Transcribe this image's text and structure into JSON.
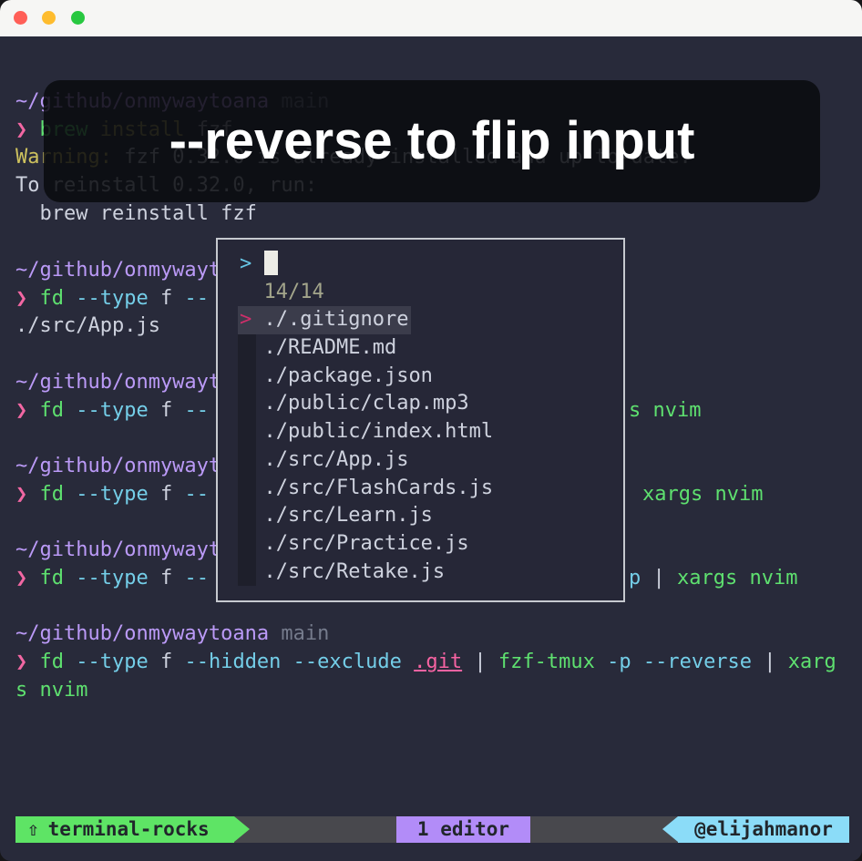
{
  "colors": {
    "terminal_bg": "#282a3a",
    "accent_purple": "#bb9af7",
    "accent_pink": "#f267a3",
    "accent_green": "#5ee06f",
    "accent_cyan": "#74cee8",
    "status_green": "#5ee465",
    "status_purple": "#b28cf8",
    "status_cyan": "#8bdcf8",
    "traffic_red": "#ff5f57",
    "traffic_yellow": "#febc2e",
    "traffic_green": "#28c840"
  },
  "overlay": {
    "caption": "--reverse to flip input"
  },
  "term": {
    "path": "~/github/onmywaytoana",
    "branch": " main",
    "prompt": "❯",
    "brew_cmd": " brew",
    "brew_sub": " install",
    "brew_arg": " fzf",
    "warn_label": "Warning:",
    "warn_rest": " fzf 0.32.0 is already installed and up-to-date.",
    "note": "To reinstall 0.32.0, run:",
    "reinstall": "  brew reinstall fzf",
    "fd_cmd": " fd",
    "fd_type": " --type",
    "fd_f": " f",
    "fd_dashes": " --",
    "app_result": "./src/App.js",
    "frag1": "s nvim",
    "frag2": "xargs nvim",
    "frag3_p": "p",
    "frag3_pipe": " | ",
    "frag3_rest": "xargs nvim",
    "fin_hidden": " --hidden",
    "fin_exclude": " --exclude ",
    "fin_git": ".git",
    "fin_pipe1": " | ",
    "fin_fzftmux": "fzf-tmux",
    "fin_p": " -p",
    "fin_reverse": " --reverse",
    "fin_pipe2": " | ",
    "fin_xarg": "xarg",
    "fin_wrap": "s nvim"
  },
  "popup": {
    "query_prompt": ">",
    "counter": "14/14",
    "pointer": ">",
    "selected": "./.gitignore",
    "files": [
      "./README.md",
      "./package.json",
      "./public/clap.mp3",
      "./public/index.html",
      "./src/App.js",
      "./src/FlashCards.js",
      "./src/Learn.js",
      "./src/Practice.js",
      "./src/Retake.js"
    ]
  },
  "statusbar": {
    "session_icon": "⇧",
    "session_label": "terminal-rocks",
    "window_label": "1 editor",
    "user_label": "@elijahmanor"
  }
}
